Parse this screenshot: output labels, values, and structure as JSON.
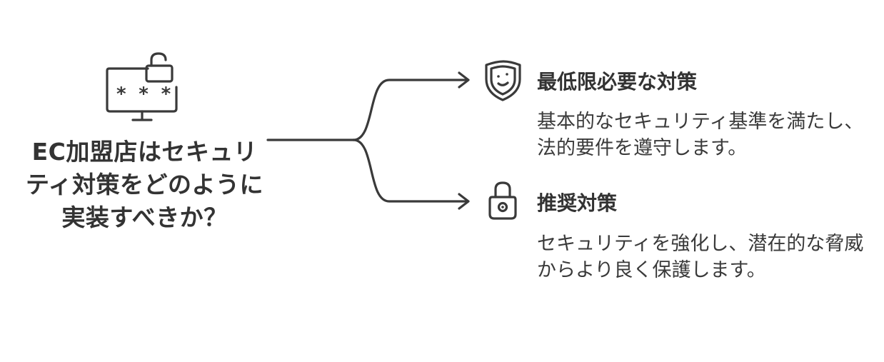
{
  "question": "EC加盟店はセキュリティ対策をどのように実装すべきか？",
  "options": [
    {
      "title": "最低限必要な対策",
      "description": "基本的なセキュリティ基準を満たし、法的要件を遵守します。",
      "icon": "shield-face-icon"
    },
    {
      "title": "推奨対策",
      "description": "セキュリティを強化し、潜在的な脅威からより良く保護します。",
      "icon": "padlock-icon"
    }
  ],
  "source_icon": "monitor-password-lock-icon",
  "colors": {
    "stroke": "#3a3a3a",
    "text": "#333333",
    "background": "#ffffff"
  }
}
